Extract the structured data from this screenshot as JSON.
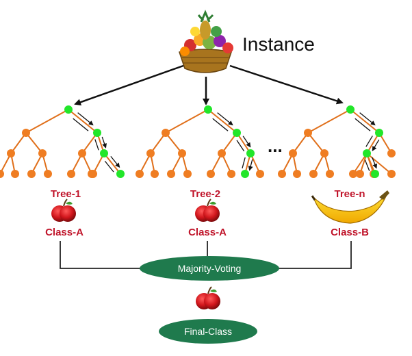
{
  "instance": {
    "label": "Instance",
    "icon": "fruit-basket-icon"
  },
  "ellipsis": "...",
  "trees": [
    {
      "label": "Tree-1",
      "prediction": "Class-A",
      "fruit_icon": "apple-icon"
    },
    {
      "label": "Tree-2",
      "prediction": "Class-A",
      "fruit_icon": "apple-icon"
    },
    {
      "label": "Tree-n",
      "prediction": "Class-B",
      "fruit_icon": "banana-icon"
    }
  ],
  "voting": {
    "label": "Majority-Voting"
  },
  "final": {
    "label": "Final-Class",
    "fruit_icon": "apple-icon"
  },
  "colors": {
    "node": "#ef7d22",
    "active_node": "#22e62a",
    "edge": "#e06f1a",
    "label": "#c0142a",
    "ellipse": "#1f7a4d",
    "arrow": "#111111"
  }
}
